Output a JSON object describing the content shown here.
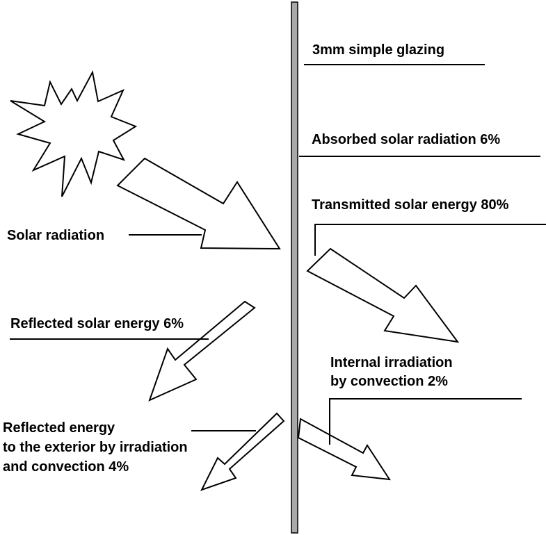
{
  "labels": {
    "glazing": "3mm simple glazing",
    "absorbed": "Absorbed solar radiation 6%",
    "transmitted": "Transmitted solar energy 80%",
    "solar_radiation": "Solar radiation",
    "reflected_solar": "Reflected solar energy 6%",
    "internal": [
      "Internal irradiation",
      "by convection 2%"
    ],
    "reflected_exterior": [
      "Reflected energy",
      "to the exterior by irradiation",
      "and convection 4%"
    ]
  },
  "colors": {
    "glass_pane": "#a9a9a9",
    "stroke": "#000000",
    "background": "#ffffff"
  }
}
